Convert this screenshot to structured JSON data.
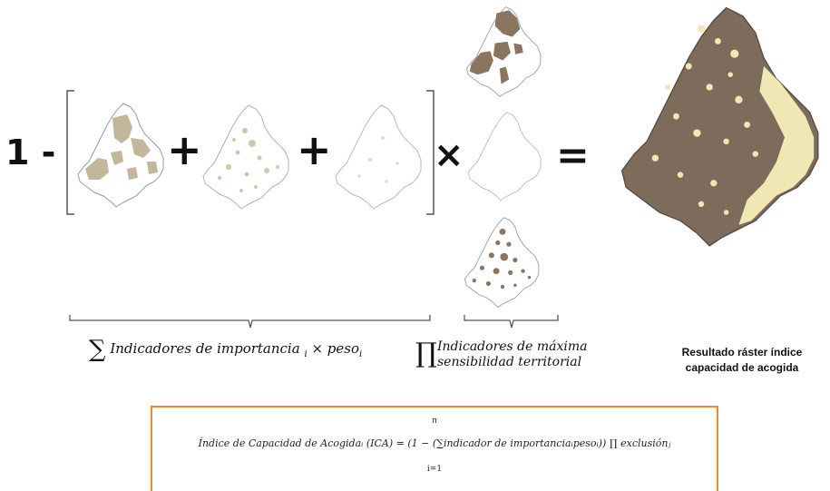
{
  "equation": {
    "one_minus": "1 -",
    "plus_1": "+",
    "plus_2": "+",
    "times": "×",
    "equals": "="
  },
  "labels": {
    "sum_symbol": "∑",
    "sum_text": "Indicadores de importancia",
    "sum_sub_i": "i",
    "sum_times": "×",
    "sum_peso": "peso",
    "sum_peso_sub": "i",
    "prod_symbol": "∏",
    "prod_line1": "Indicadores de máxima",
    "prod_line2": "sensibilidad territorial",
    "result_line1": "Resultado ráster índice",
    "result_line2": "capacidad de acogida"
  },
  "formula": {
    "top": "n",
    "main": "Índice de Capacidad de Acogidaᵢ (ICA) = (1 − (∑indicador de importanciaᵢpesoᵢ)) ∏ exclusiónⱼ",
    "bottom": "i=1"
  },
  "colors": {
    "map_tan": "#c2b79a",
    "map_brown": "#8a7560",
    "map_result_dark": "#7d6c5c",
    "map_result_light": "#efe8b4",
    "formula_border": "#f08a2b"
  }
}
